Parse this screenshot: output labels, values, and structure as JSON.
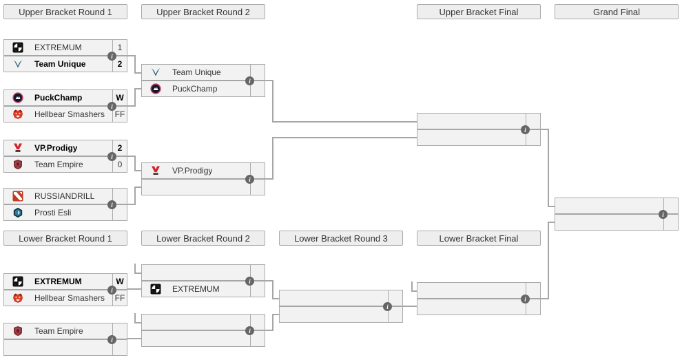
{
  "headers": [
    {
      "label": "Upper Bracket Round 1"
    },
    {
      "label": "Upper Bracket Round 2"
    },
    {
      "label": "Upper Bracket Final"
    },
    {
      "label": "Grand Final"
    },
    {
      "label": "Lower Bracket Round 1"
    },
    {
      "label": "Lower Bracket Round 2"
    },
    {
      "label": "Lower Bracket Round 3"
    },
    {
      "label": "Lower Bracket Final"
    }
  ],
  "matches": [
    {
      "id": "ub-r1-m1",
      "slots": [
        {
          "team": "EXTREMUM",
          "logo": "extremum",
          "score": "1",
          "winner": false
        },
        {
          "team": "Team Unique",
          "logo": "team-unique",
          "score": "2",
          "winner": true
        }
      ]
    },
    {
      "id": "ub-r1-m2",
      "slots": [
        {
          "team": "PuckChamp",
          "logo": "puckchamp",
          "score": "W",
          "winner": true
        },
        {
          "team": "Hellbear Smashers",
          "logo": "hellbear",
          "score": "FF",
          "winner": false
        }
      ]
    },
    {
      "id": "ub-r1-m3",
      "slots": [
        {
          "team": "VP.Prodigy",
          "logo": "vp-prodigy",
          "score": "2",
          "winner": true
        },
        {
          "team": "Team Empire",
          "logo": "team-empire",
          "score": "0",
          "winner": false
        }
      ]
    },
    {
      "id": "ub-r1-m4",
      "slots": [
        {
          "team": "RUSSIANDRILL",
          "logo": "russiandrill",
          "score": "",
          "winner": false
        },
        {
          "team": "Prosti Esli",
          "logo": "prosti-esli",
          "score": "",
          "winner": false
        }
      ]
    },
    {
      "id": "ub-r2-m1",
      "slots": [
        {
          "team": "Team Unique",
          "logo": "team-unique",
          "score": "",
          "winner": false
        },
        {
          "team": "PuckChamp",
          "logo": "puckchamp",
          "score": "",
          "winner": false
        }
      ]
    },
    {
      "id": "ub-r2-m2",
      "slots": [
        {
          "team": "VP.Prodigy",
          "logo": "vp-prodigy",
          "score": "",
          "winner": false
        },
        {
          "team": "",
          "logo": "",
          "score": "",
          "winner": false
        }
      ]
    },
    {
      "id": "ub-final",
      "slots": [
        {
          "team": "",
          "logo": "",
          "score": "",
          "winner": false
        },
        {
          "team": "",
          "logo": "",
          "score": "",
          "winner": false
        }
      ]
    },
    {
      "id": "grand-final",
      "slots": [
        {
          "team": "",
          "logo": "",
          "score": "",
          "winner": false
        },
        {
          "team": "",
          "logo": "",
          "score": "",
          "winner": false
        }
      ]
    },
    {
      "id": "lb-r1-m1",
      "slots": [
        {
          "team": "EXTREMUM",
          "logo": "extremum",
          "score": "W",
          "winner": true
        },
        {
          "team": "Hellbear Smashers",
          "logo": "hellbear",
          "score": "FF",
          "winner": false
        }
      ]
    },
    {
      "id": "lb-r1-m2",
      "slots": [
        {
          "team": "Team Empire",
          "logo": "team-empire",
          "score": "",
          "winner": false
        },
        {
          "team": "",
          "logo": "",
          "score": "",
          "winner": false
        }
      ]
    },
    {
      "id": "lb-r2-m1",
      "slots": [
        {
          "team": "",
          "logo": "",
          "score": "",
          "winner": false
        },
        {
          "team": "EXTREMUM",
          "logo": "extremum",
          "score": "",
          "winner": false
        }
      ]
    },
    {
      "id": "lb-r2-m2",
      "slots": [
        {
          "team": "",
          "logo": "",
          "score": "",
          "winner": false
        },
        {
          "team": "",
          "logo": "",
          "score": "",
          "winner": false
        }
      ]
    },
    {
      "id": "lb-r3",
      "slots": [
        {
          "team": "",
          "logo": "",
          "score": "",
          "winner": false
        },
        {
          "team": "",
          "logo": "",
          "score": "",
          "winner": false
        }
      ]
    },
    {
      "id": "lb-final",
      "slots": [
        {
          "team": "",
          "logo": "",
          "score": "",
          "winner": false
        },
        {
          "team": "",
          "logo": "",
          "score": "",
          "winner": false
        }
      ]
    }
  ],
  "icons": {
    "info_glyph": "i"
  },
  "colors": {
    "row_bg": "#f2f2f2",
    "header_bg": "#eeeeee",
    "border": "#aaaaaa",
    "connector": "#a6a6a6",
    "text": "#333333",
    "winner_text": "#000000",
    "info_icon_bg": "#666666"
  }
}
